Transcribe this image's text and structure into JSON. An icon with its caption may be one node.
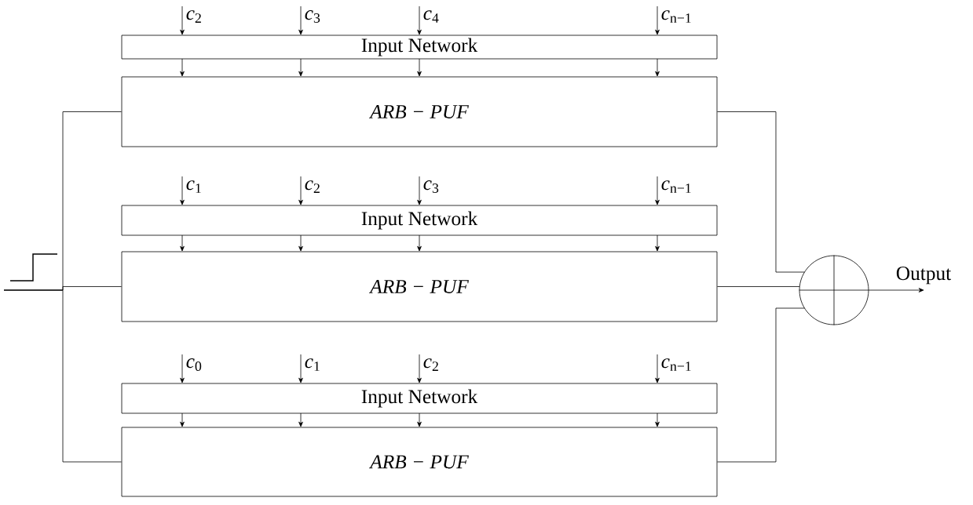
{
  "diagram": {
    "nodes": [
      {
        "text": [
          "Input Network"
        ]
      },
      {
        "text": [
          "ARB − PUF"
        ]
      },
      {
        "text": [
          "Input Network"
        ]
      },
      {
        "text": [
          "ARB − PUF"
        ]
      },
      {
        "text": [
          "Input Network"
        ]
      },
      {
        "text": [
          "ARB − PUF"
        ]
      },
      {
        "text": [],
        "shape": "circle"
      }
    ],
    "edges": [
      {
        "from": null,
        "to": 0,
        "arrow": "to",
        "label": "*c*$_{2}$"
      },
      {
        "from": null,
        "to": 0,
        "arrow": "to",
        "label": "*c*$_{3}$"
      },
      {
        "from": null,
        "to": 0,
        "arrow": "to",
        "label": "*c*$_{4}$"
      },
      {
        "from": null,
        "to": 0,
        "arrow": "to",
        "label": "*c*$_{n−1}$"
      },
      {
        "from": 0,
        "to": 1,
        "arrow": "to"
      },
      {
        "from": 0,
        "to": 1,
        "arrow": "to"
      },
      {
        "from": 0,
        "to": 1,
        "arrow": "to"
      },
      {
        "from": 0,
        "to": 1,
        "arrow": "to"
      },
      {
        "from": null,
        "to": 2,
        "arrow": "to",
        "label": "*c*$_{1}$"
      },
      {
        "from": null,
        "to": 2,
        "arrow": "to",
        "label": "*c*$_{2}$"
      },
      {
        "from": null,
        "to": 2,
        "arrow": "to",
        "label": "*c*$_{3}$"
      },
      {
        "from": null,
        "to": 2,
        "arrow": "to",
        "label": "*c*$_{n−1}$"
      },
      {
        "from": 2,
        "to": 3,
        "arrow": "to"
      },
      {
        "from": 2,
        "to": 3,
        "arrow": "to"
      },
      {
        "from": 2,
        "to": 3,
        "arrow": "to"
      },
      {
        "from": 2,
        "to": 3,
        "arrow": "to"
      },
      {
        "from": null,
        "to": 4,
        "arrow": "to",
        "label": "*c*$_{0}$"
      },
      {
        "from": null,
        "to": 4,
        "arrow": "to",
        "label": "*c*$_{1}$"
      },
      {
        "from": null,
        "to": 4,
        "arrow": "to",
        "label": "*c*$_{2}$"
      },
      {
        "from": null,
        "to": 4,
        "arrow": "to",
        "label": "*c*$_{n−1}$"
      },
      {
        "from": 4,
        "to": 5,
        "arrow": "to"
      },
      {
        "from": 4,
        "to": 5,
        "arrow": "to"
      },
      {
        "from": 4,
        "to": 5,
        "arrow": "to"
      },
      {
        "from": 4,
        "to": 5,
        "arrow": "to"
      },
      {
        "from": null,
        "to": 1,
        "arrow": "none"
      },
      {
        "from": null,
        "to": 3,
        "arrow": "none"
      },
      {
        "from": null,
        "to": 5,
        "arrow": "none"
      },
      {
        "from": 1,
        "to": 6,
        "arrow": "none"
      },
      {
        "from": 3,
        "to": 6,
        "arrow": "none"
      },
      {
        "from": 5,
        "to": 6,
        "arrow": "none"
      },
      {
        "from": 6,
        "to": null,
        "arrow": "to",
        "label": "Output"
      }
    ]
  }
}
